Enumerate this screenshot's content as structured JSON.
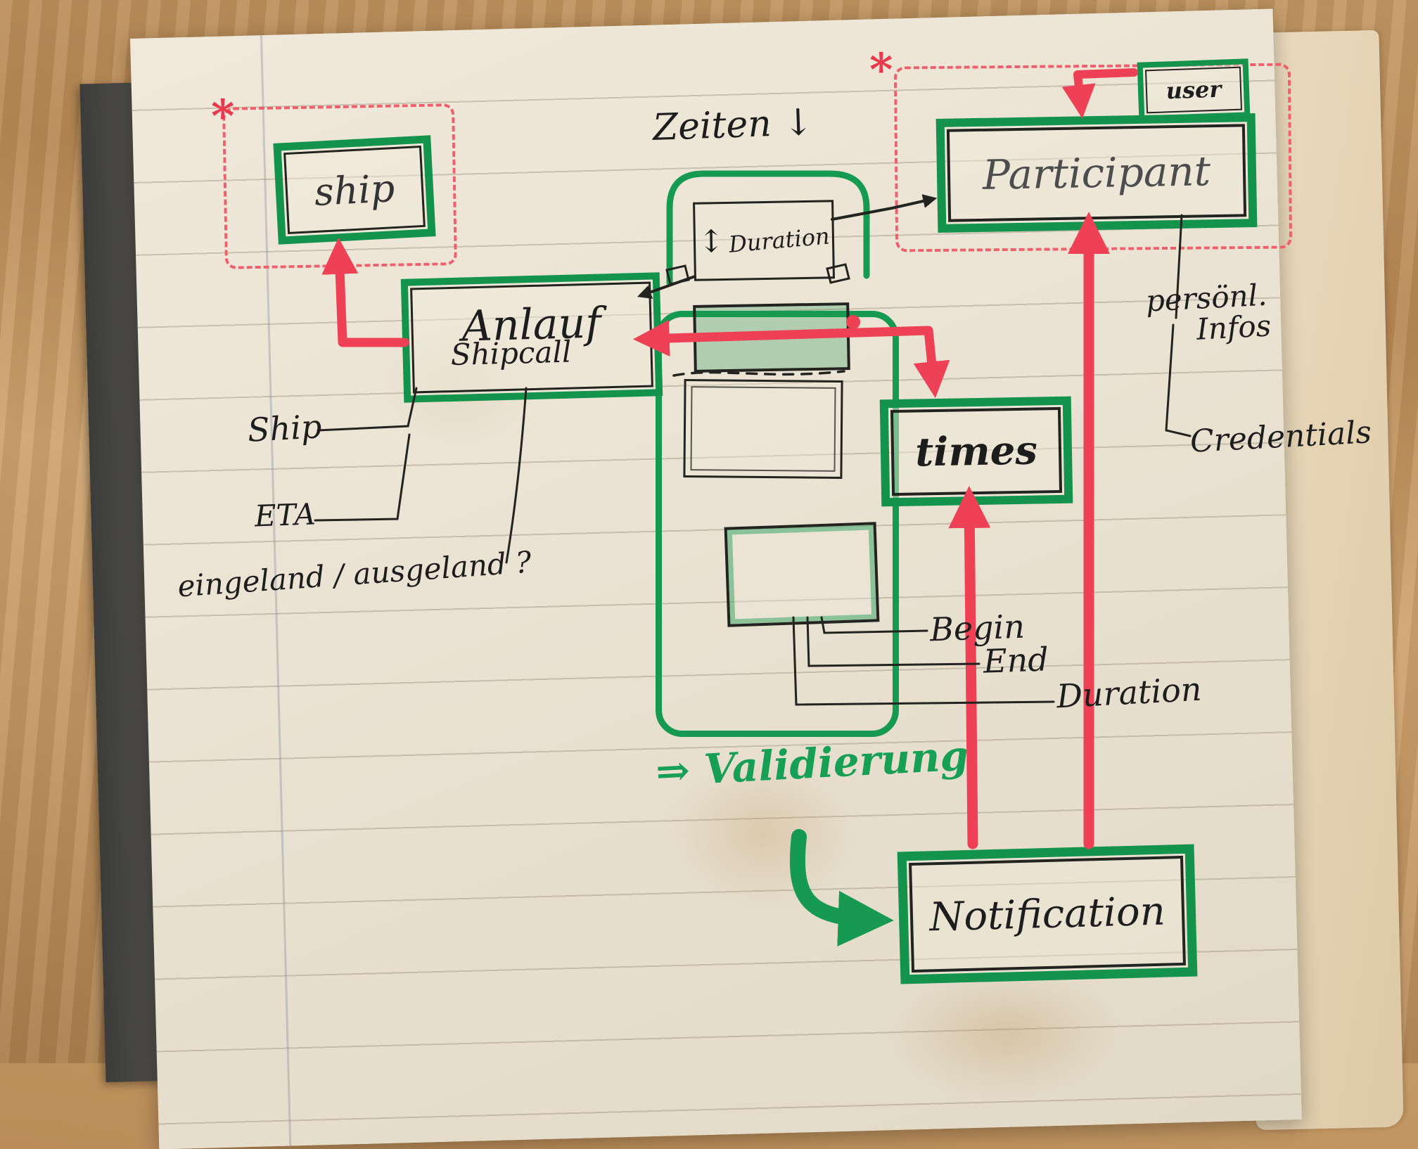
{
  "diagram": {
    "nodes": {
      "ship": "ship",
      "user": "user",
      "participant": "Participant",
      "anlauf": "Anlauf",
      "anlauf_sub": "Shipcall",
      "duration": "Duration",
      "duration_arrow": "↕",
      "times": "times",
      "notification": "Notification"
    },
    "attributes": {
      "ship": "Ship",
      "eta": "ETA",
      "in_out": "eingeland / ausgeland ?",
      "personal_1": "persönl.",
      "personal_2": "Infos",
      "credentials": "Credentials",
      "begin": "Begin",
      "end": "End",
      "duration": "Duration"
    },
    "annotations": {
      "zeiten": "Zeiten ↓",
      "validierung": "⇒ Validierung",
      "asterisk_left": "*",
      "asterisk_right": "*"
    },
    "colors": {
      "marker_green": "#169a52",
      "marker_red": "#ee4155",
      "ink_black": "#222222"
    }
  }
}
